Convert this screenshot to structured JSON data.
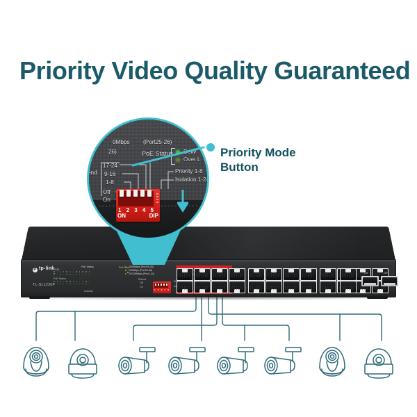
{
  "page": {
    "title": "Priority Video Quality Guaranteed",
    "accent_dark": "#1b5a68",
    "accent_cyan": "#41bfd0",
    "line_color": "#2e6a78",
    "red": "#cc2229"
  },
  "callout": {
    "label_line1": "Priority Mode",
    "label_line2": "Button",
    "dot_icon": "callout-dot-icon",
    "arrow_icon": "down-arrow-icon"
  },
  "magnifier": {
    "top_texts": [
      "0Mbps",
      "(Port25-26)",
      "26)",
      "PoE Status"
    ],
    "poe_status_items": [
      "Deliv",
      "Over L"
    ],
    "port_range_labels": [
      "17-24",
      "9-16",
      "1-8"
    ],
    "left_labels": [
      "end",
      "Off",
      "On"
    ],
    "right_labels": [
      "Priority  1-8",
      "Isolation  1-24"
    ],
    "dip": {
      "numbers": [
        "1",
        "2",
        "3",
        "4",
        "5"
      ],
      "left_label": "ON",
      "right_label": "DIP",
      "positions": [
        "off",
        "off",
        "off",
        "off",
        "off"
      ]
    }
  },
  "device": {
    "brand": "tp-link",
    "brand_mark": "P",
    "model": "TL-SL1226P",
    "panel_labels": {
      "pwr": "PWR",
      "poe_status": "PoE Status",
      "poe_max": "PoE Max",
      "link_act": "Link/Act",
      "speed_1": "10/100Mbps  (Port1-24)",
      "speed_2": "1000Mbps   (Port25-26)",
      "speed_3": "100Mbps    (Port25-26)",
      "extend": "Extend",
      "priority": "Priority 1-8",
      "isolation": "Isolation 1-24",
      "off": "Off",
      "on": "On",
      "delivering": "Delivering Power",
      "overload": "Over load",
      "sfp_left": "25F",
      "sfp_right": "26F"
    },
    "dip_numbers": [
      "1",
      "2",
      "3",
      "4",
      "5"
    ],
    "highlighted_ports": [
      "1",
      "3",
      "5",
      "7"
    ],
    "port_numbers_top": [
      "1",
      "3",
      "5",
      "7",
      "9",
      "11",
      "13",
      "15",
      "17",
      "19",
      "21",
      "23",
      "25"
    ],
    "port_numbers_bottom": [
      "2",
      "4",
      "6",
      "8",
      "10",
      "12",
      "14",
      "16",
      "18",
      "20",
      "22",
      "24",
      "26"
    ]
  },
  "cameras": [
    {
      "name": "dome-camera-1",
      "type": "dome-eye"
    },
    {
      "name": "dome-camera-2",
      "type": "dome-flat"
    },
    {
      "name": "bullet-camera-1",
      "type": "bullet"
    },
    {
      "name": "bullet-camera-2",
      "type": "bullet"
    },
    {
      "name": "bullet-camera-3",
      "type": "bullet"
    },
    {
      "name": "bullet-camera-4",
      "type": "bullet"
    },
    {
      "name": "dome-camera-3",
      "type": "dome-eye"
    },
    {
      "name": "dome-camera-4",
      "type": "dome-flat"
    }
  ]
}
